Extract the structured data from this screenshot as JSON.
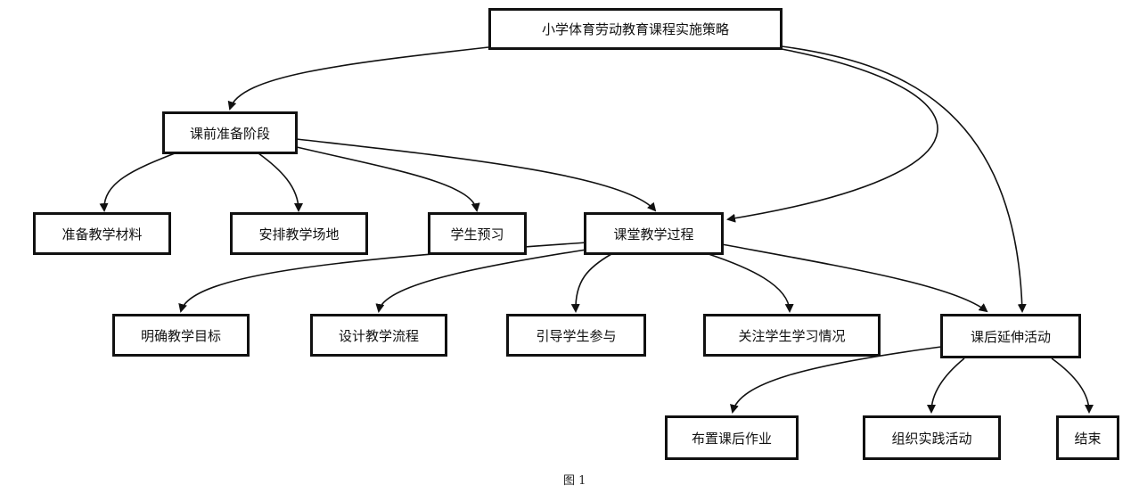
{
  "diagram": {
    "type": "flowchart",
    "caption": "图 1",
    "nodes": {
      "root": "小学体育劳动教育课程实施策略",
      "pre_class": "课前准备阶段",
      "prepare_materials": "准备教学材料",
      "arrange_venue": "安排教学场地",
      "student_preview": "学生预习",
      "classroom_process": "课堂教学过程",
      "clear_goals": "明确教学目标",
      "design_flow": "设计教学流程",
      "guide_participation": "引导学生参与",
      "monitor_learning": "关注学生学习情况",
      "after_class": "课后延伸活动",
      "assign_homework": "布置课后作业",
      "organize_practice": "组织实践活动",
      "end": "结束"
    },
    "edges": [
      {
        "from": "root",
        "to": "pre_class"
      },
      {
        "from": "root",
        "to": "classroom_process"
      },
      {
        "from": "root",
        "to": "after_class"
      },
      {
        "from": "pre_class",
        "to": "prepare_materials"
      },
      {
        "from": "pre_class",
        "to": "arrange_venue"
      },
      {
        "from": "pre_class",
        "to": "student_preview"
      },
      {
        "from": "pre_class",
        "to": "classroom_process"
      },
      {
        "from": "classroom_process",
        "to": "clear_goals"
      },
      {
        "from": "classroom_process",
        "to": "design_flow"
      },
      {
        "from": "classroom_process",
        "to": "guide_participation"
      },
      {
        "from": "classroom_process",
        "to": "monitor_learning"
      },
      {
        "from": "classroom_process",
        "to": "after_class"
      },
      {
        "from": "after_class",
        "to": "assign_homework"
      },
      {
        "from": "after_class",
        "to": "organize_practice"
      },
      {
        "from": "after_class",
        "to": "end"
      }
    ]
  }
}
